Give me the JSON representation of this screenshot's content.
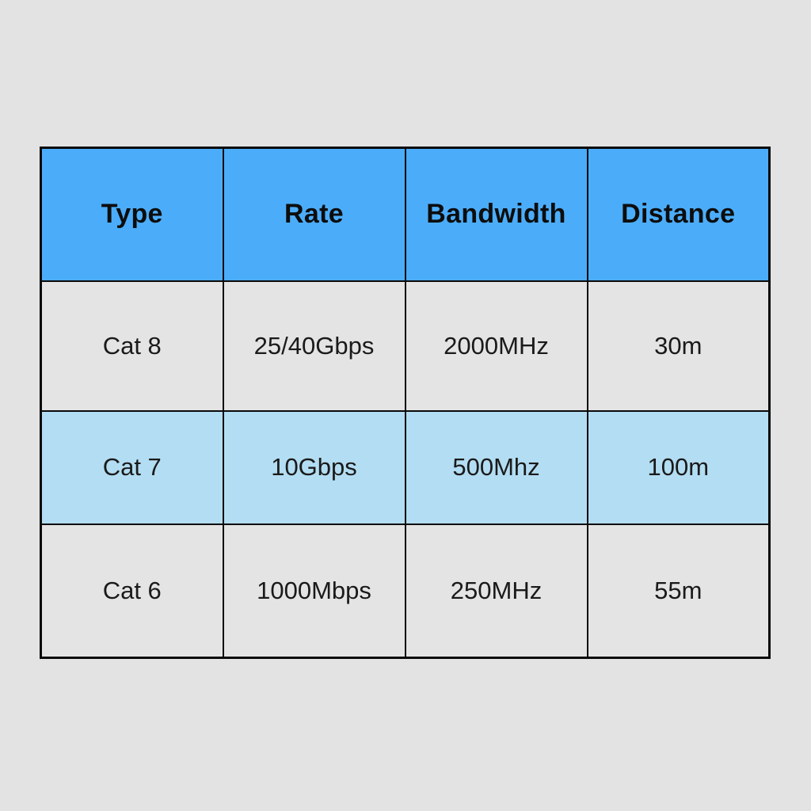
{
  "chart_data": {
    "type": "table",
    "title": "",
    "columns": [
      "Type",
      "Rate",
      "Bandwidth",
      "Distance"
    ],
    "rows": [
      [
        "Cat 8",
        "25/40Gbps",
        "2000MHz",
        "30m"
      ],
      [
        "Cat 7",
        "10Gbps",
        "500Mhz",
        "100m"
      ],
      [
        "Cat 6",
        "1000Mbps",
        "250MHz",
        "55m"
      ]
    ],
    "highlighted_row_index": 1
  },
  "colors": {
    "page_background": "#e3e3e3",
    "header_background": "#4badfa",
    "highlight_row_background": "#b3ddf2",
    "row_background": "#e4e4e4",
    "border": "#0a0a0a",
    "text": "#141414"
  }
}
